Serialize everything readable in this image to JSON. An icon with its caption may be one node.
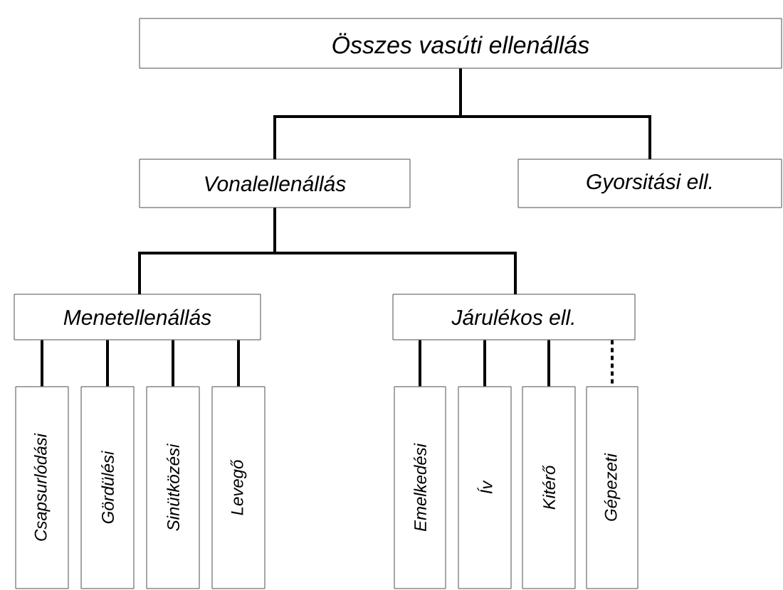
{
  "diagram": {
    "nodes": [
      {
        "text": [
          "Összes vasúti ellenállás"
        ]
      },
      {
        "text": [
          "Vonalellenállás"
        ]
      },
      {
        "text": [
          "Gyorsitási ell."
        ]
      },
      {
        "text": [
          "Menetellenállás"
        ]
      },
      {
        "text": [
          "Járulékos ell."
        ]
      },
      {
        "text": [
          "Csapsurlódási"
        ]
      },
      {
        "text": [
          "Gördülési"
        ]
      },
      {
        "text": [
          "Sinütközési"
        ]
      },
      {
        "text": [
          "Levegő"
        ]
      },
      {
        "text": [
          "Emelkedési"
        ]
      },
      {
        "text": [
          "Ív"
        ]
      },
      {
        "text": [
          "Kitérő"
        ]
      },
      {
        "text": [
          "Gépezeti"
        ]
      }
    ],
    "edges": [
      {
        "from": 0,
        "to": 1,
        "arrow": "none"
      },
      {
        "from": 0,
        "to": 2,
        "arrow": "none"
      },
      {
        "from": 1,
        "to": 3,
        "arrow": "none"
      },
      {
        "from": 1,
        "to": 4,
        "arrow": "none"
      },
      {
        "from": 3,
        "to": 5,
        "arrow": "none"
      },
      {
        "from": 3,
        "to": 6,
        "arrow": "none"
      },
      {
        "from": 3,
        "to": 7,
        "arrow": "none"
      },
      {
        "from": 3,
        "to": 8,
        "arrow": "none"
      },
      {
        "from": 4,
        "to": 9,
        "arrow": "none"
      },
      {
        "from": 4,
        "to": 10,
        "arrow": "none"
      },
      {
        "from": 4,
        "to": 11,
        "arrow": "none"
      },
      {
        "from": 4,
        "to": 12,
        "arrow": "none",
        "style": "dashed"
      }
    ]
  }
}
